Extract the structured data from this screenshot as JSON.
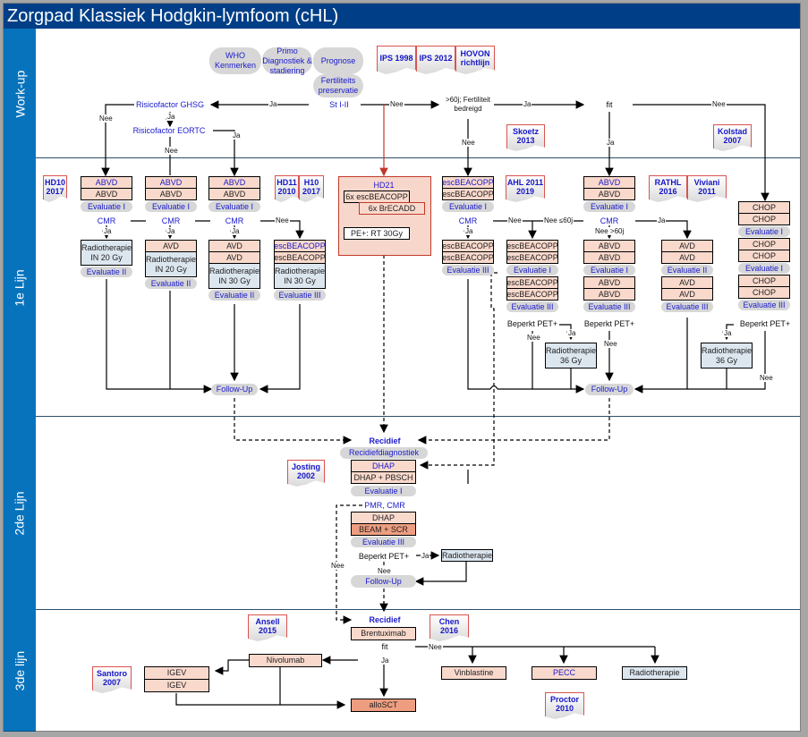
{
  "title": "Zorgpad Klassiek Hodgkin-lymfoom (cHL)",
  "lanes": [
    "Work-up",
    "1e Lijn",
    "2de Lijn",
    "3de lijn"
  ],
  "workup": {
    "pills": [
      "WHO Kenmerken",
      "Primo Diagnostiek & stadiering",
      "Prognose",
      "Fertiliteits preservatie"
    ],
    "refs": [
      "IPS 1998",
      "IPS 2012",
      "HOVON richtlijn",
      "Skoetz 2013",
      "Kolstad 2007"
    ],
    "decisions": {
      "stage": "St I-II",
      "ghsg": "Risicofactor GHSG",
      "eortc": "Risicofactor EORTC",
      "age_fert": ">60j; Fertiliteit bedreigd",
      "fit": "fit"
    },
    "edge_labels": {
      "ja": "Ja",
      "nee": "Nee"
    }
  },
  "line1": {
    "refs": [
      "HD10 2017",
      "HD11 2010",
      "H10 2017",
      "AHL 2011 2019",
      "RATHL 2016",
      "Viviani 2011"
    ],
    "col1": {
      "steps": [
        "ABVD",
        "ABVD"
      ],
      "eval1": "Evaluatie I",
      "cmr": "CMR",
      "rt": "Radiotherapie IN 20 Gy",
      "eval2": "Evaluatie II"
    },
    "col2": {
      "steps": [
        "ABVD",
        "ABVD"
      ],
      "eval1": "Evaluatie I",
      "cmr": "CMR",
      "avd": "AVD",
      "rt": "Radiotherapie IN 20 Gy",
      "eval2": "Evaluatie II"
    },
    "col3": {
      "steps": [
        "ABVD",
        "ABVD"
      ],
      "eval1": "Evaluatie I",
      "cmr": "CMR",
      "avd": [
        "AVD",
        "AVD"
      ],
      "rt": "Radiotherapie IN 30 Gy",
      "eval2": "Evaluatie II"
    },
    "col4": {
      "steps": [
        "escBEACOPP",
        "escBEACOPP"
      ],
      "rt": "Radiotherapie IN 30 Gy",
      "eval": "Evaluatie III"
    },
    "hd21": {
      "title": "HD21",
      "arm1": "6x escBEACOPP",
      "arm2": "6x BrECADD",
      "pet": "PE+: RT 30Gy"
    },
    "col6": {
      "steps": [
        "escBEACOPP",
        "escBEACOPP"
      ],
      "eval1": "Evaluatie I",
      "cmr": "CMR",
      "steps2": [
        "escBEACOPP",
        "escBEACOPP"
      ],
      "eval3": "Evaluatie III"
    },
    "col7": {
      "steps": [
        "escBEACOPP",
        "escBEACOPP"
      ],
      "eval1": "Evaluatie I",
      "steps2": [
        "escBEACOPP",
        "escBEACOPP"
      ],
      "eval3": "Evaluatie III",
      "pet": "Beperkt PET+"
    },
    "col8": {
      "steps": [
        "ABVD",
        "ABVD"
      ],
      "eval1": "Evaluatie I",
      "cmr": "CMR",
      "steps2": [
        "ABVD",
        "ABVD"
      ],
      "eval1b": "Evaluatie I",
      "steps3": [
        "ABVD",
        "ABVD"
      ],
      "eval3": "Evaluatie III",
      "pet": "Beperkt PET+"
    },
    "col9": {
      "steps": [
        "AVD",
        "AVD"
      ],
      "eval2": "Evaluatie II",
      "steps2": [
        "AVD",
        "AVD"
      ],
      "eval3": "Evaluatie III"
    },
    "col10": {
      "steps": [
        "CHOP",
        "CHOP"
      ],
      "eval1": "Evaluatie I",
      "steps2": [
        "CHOP",
        "CHOP"
      ],
      "eval1b": "Evaluatie I",
      "steps3": [
        "CHOP",
        "CHOP"
      ],
      "eval3": "Evaluatie III",
      "pet": "Beperkt PET+"
    },
    "rt36": "Radiotherapie 36 Gy",
    "followup": "Follow-Up",
    "edge_labels": {
      "nee_le60": "Nee ≤60j",
      "nee_gt60": "Nee >60j"
    }
  },
  "line2": {
    "recidief": "Recidief",
    "diag": "Recidiefdiagnostiek",
    "ref": "Josting 2002",
    "steps": [
      "DHAP",
      "DHAP + PBSCH"
    ],
    "eval1": "Evaluatie I",
    "pmr": "PMR, CMR",
    "steps2": [
      "DHAP",
      "BEAM + SCR"
    ],
    "eval3": "Evaluatie III",
    "pet": "Beperkt PET+",
    "rt": "Radiotherapie",
    "followup": "Follow-Up"
  },
  "line3": {
    "recidief": "Recidief",
    "bv": "Brentuximab",
    "fit": "fit",
    "refs": [
      "Ansell 2015",
      "Chen 2016",
      "Santoro 2007",
      "Proctor 2010"
    ],
    "nivo": "Nivolumab",
    "igev": [
      "IGEV",
      "IGEV"
    ],
    "allosct": "alloSCT",
    "vinblastine": "Vinblastine",
    "pecc": "PECC",
    "rt": "Radiotherapie"
  }
}
